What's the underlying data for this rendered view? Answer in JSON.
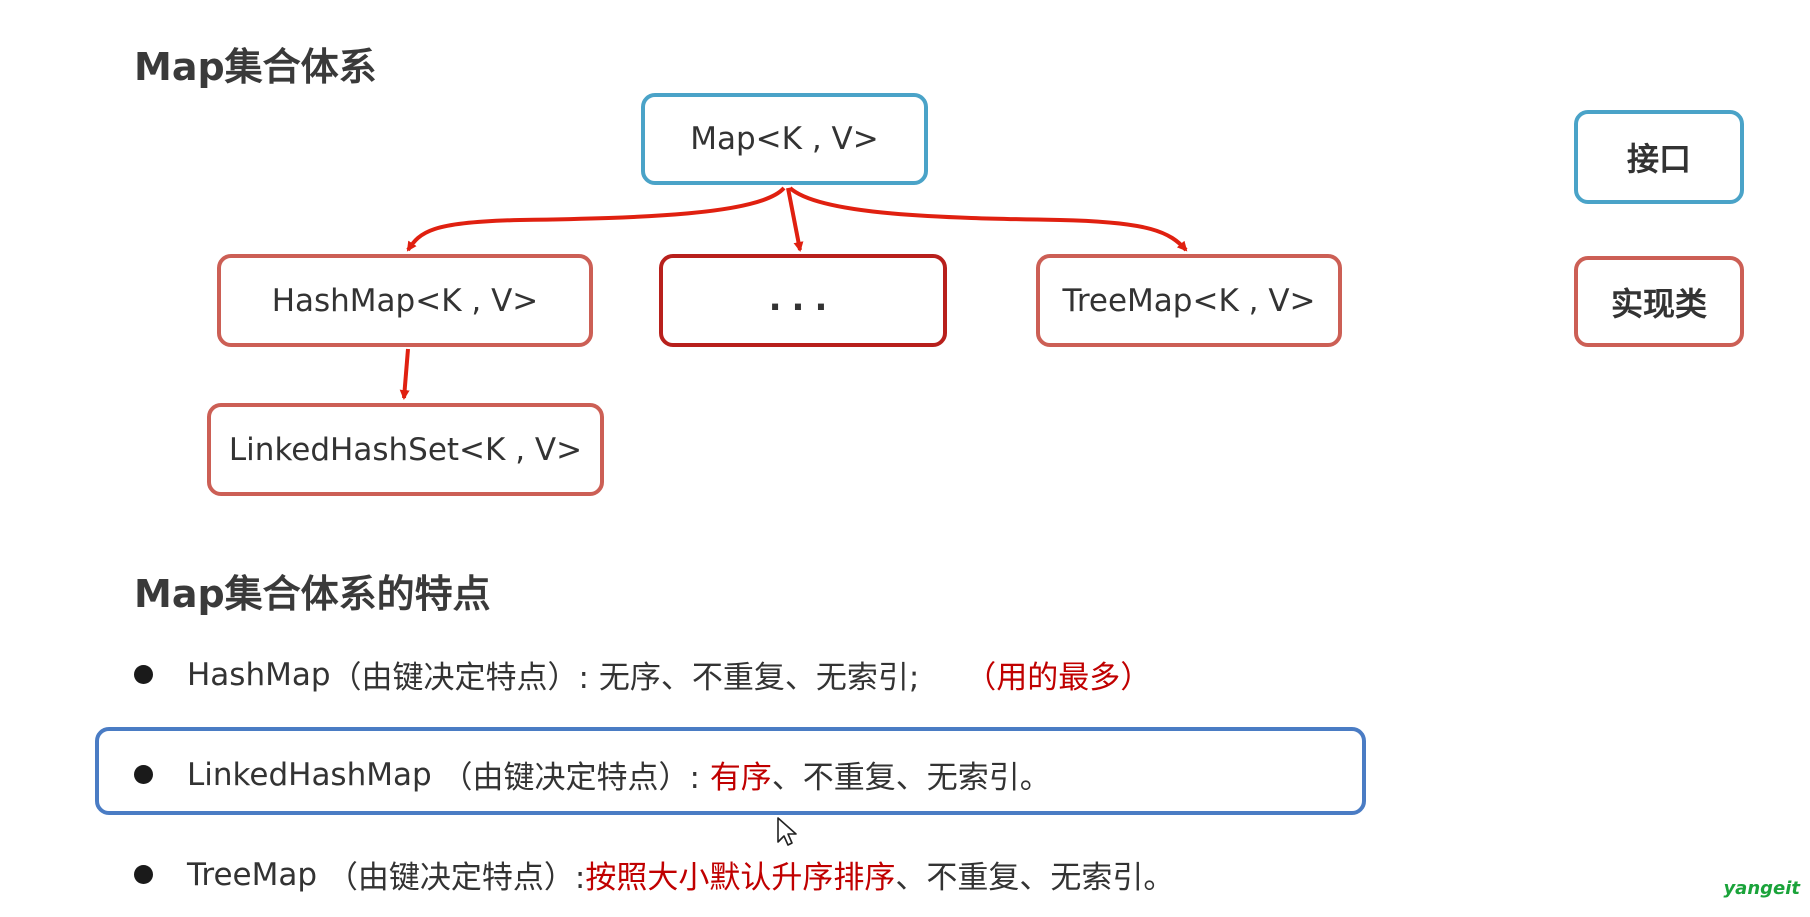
{
  "title": "Map集合体系",
  "diagram": {
    "root": "Map<K , V>",
    "hashmap": "HashMap<K , V>",
    "ellipsis": "...",
    "treemap": "TreeMap<K , V>",
    "linked": "LinkedHashSet<K , V>"
  },
  "legend": {
    "interface": "接口",
    "impl": "实现类"
  },
  "features_title": "Map集合体系的特点",
  "features": [
    {
      "name": "HashMap",
      "desc": "（由键决定特点）: 无序、不重复、无索引;",
      "note": "（用的最多）"
    },
    {
      "name": "LinkedHashMap",
      "desc": " （由键决定特点）: ",
      "highlight": "有序",
      "rest": "、不重复、无索引。"
    },
    {
      "name": "TreeMap",
      "desc": " （由键决定特点）:",
      "highlight": "按照大小默认升序排序",
      "rest": "、不重复、无索引。"
    }
  ],
  "colors": {
    "interface_border": "#4aa3c8",
    "impl_border": "#cc5f55",
    "arrow": "#e02010",
    "highlight_text": "#c00000",
    "selection_border": "#4a7cc4"
  },
  "watermark": "yangeit"
}
